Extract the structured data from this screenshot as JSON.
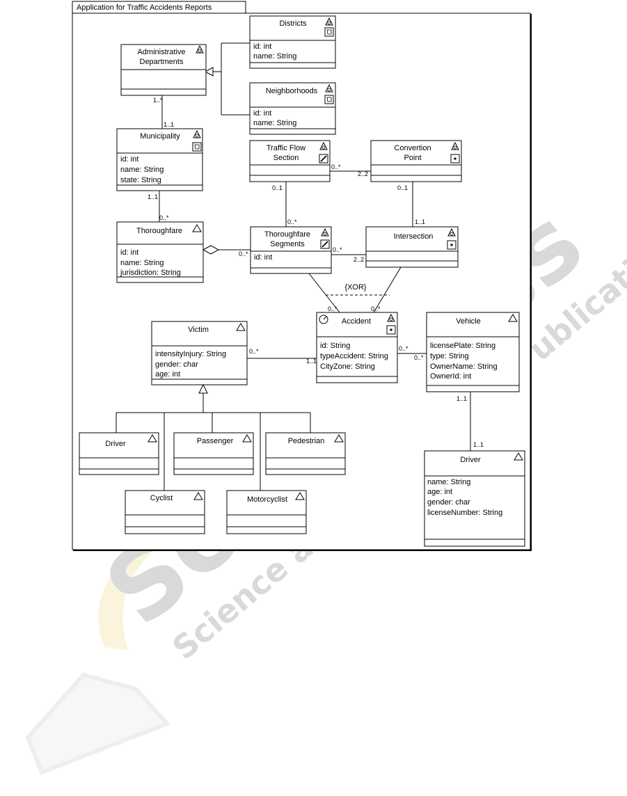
{
  "package": {
    "title": "Application for Traffic Accidents Reports"
  },
  "watermark": {
    "main": "SciTePress",
    "sub": "Science and Technology Publications"
  },
  "classes": {
    "districts": {
      "name": "Districts",
      "attributes": [
        "id: int",
        "name: String"
      ]
    },
    "administrative": {
      "name_line1": "Administrative",
      "name_line2": "Departments"
    },
    "neighborhoods": {
      "name": "Neighborhoods",
      "attributes": [
        "id: int",
        "name: String"
      ]
    },
    "municipality": {
      "name": "Municipality",
      "attributes": [
        "id: int",
        "name: String",
        "state: String"
      ]
    },
    "traffic_flow": {
      "name_line1": "Traffic Flow",
      "name_line2": "Section"
    },
    "convertion_point": {
      "name_line1": "Convertion",
      "name_line2": "Point"
    },
    "thoroughfare": {
      "name": "Thoroughfare",
      "attributes": [
        "id: int",
        "name: String",
        "jurisdiction: String"
      ]
    },
    "segments": {
      "name_line1": "Thoroughfare",
      "name_line2": "Segments",
      "attributes": [
        "id: int"
      ]
    },
    "intersection": {
      "name": "Intersection"
    },
    "victim": {
      "name": "Victim",
      "attributes": [
        "intensityInjury: String",
        "gender: char",
        "age: int"
      ]
    },
    "accident": {
      "name": "Accident",
      "attributes": [
        "id: String",
        "typeAccident: String",
        "CityZone: String"
      ]
    },
    "vehicle": {
      "name": "Vehicle",
      "attributes": [
        "licensePlate: String",
        "type: String",
        "OwnerName: String",
        "OwnerId: int"
      ]
    },
    "driver_victim": {
      "name": "Driver"
    },
    "passenger": {
      "name": "Passenger"
    },
    "pedestrian": {
      "name": "Pedestrian"
    },
    "cyclist": {
      "name": "Cyclist"
    },
    "motorcyclist": {
      "name": "Motorcyclist"
    },
    "driver_vehicle": {
      "name": "Driver",
      "attributes": [
        "name: String",
        "age: int",
        "gender: char",
        "licenseNumber: String"
      ]
    }
  },
  "constraints": {
    "xor": "{XOR}"
  },
  "multiplicities": {
    "admin_to_muni_admin": "1..*",
    "admin_to_muni_muni": "1..1",
    "muni_to_thor_muni": "1..1",
    "muni_to_thor_thor": "0..*",
    "tfs_to_cp_tfs": "0..*",
    "tfs_to_cp_cp": "2..2",
    "tfs_to_seg_tfs": "0..1",
    "tfs_to_seg_seg": "0..*",
    "cp_to_int_cp": "0..1",
    "cp_to_int_int": "1..1",
    "thor_to_seg_seg": "0..*",
    "seg_to_int_seg": "0..*",
    "seg_to_int_int": "2..2",
    "seg_to_acc_acc": "0..*",
    "int_to_acc_acc": "0..*",
    "victim_to_acc_victim": "0..*",
    "victim_to_acc_acc": "1..1",
    "acc_to_veh_acc": "0..*",
    "acc_to_veh_veh": "0..*",
    "veh_to_driver_veh": "1..1",
    "veh_to_driver_driver": "1..1"
  }
}
